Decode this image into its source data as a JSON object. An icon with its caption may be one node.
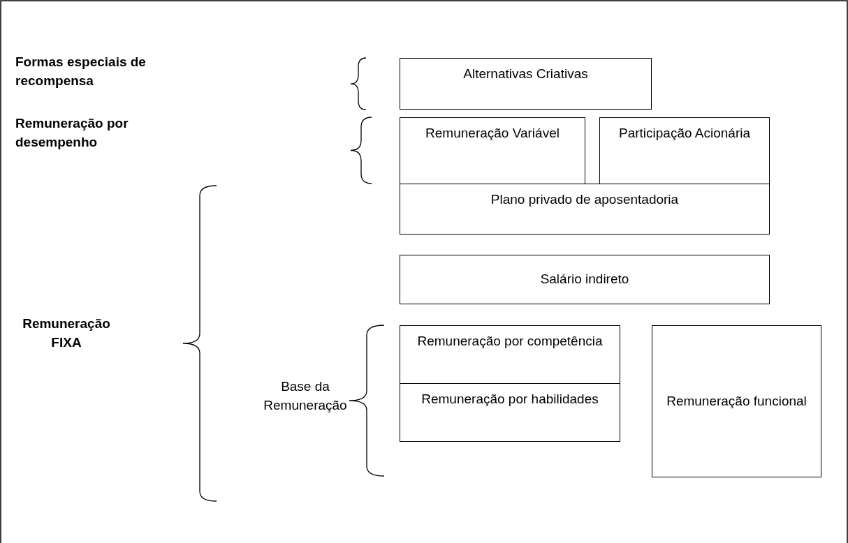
{
  "diagram": {
    "nodes": [
      {
        "text": [
          "Alternativas Criativas"
        ]
      },
      {
        "text": [
          "Remuneração Variável"
        ]
      },
      {
        "text": [
          "Participação Acionária"
        ]
      },
      {
        "text": [
          "Plano privado de aposentadoria"
        ]
      },
      {
        "text": [
          "Salário indireto"
        ]
      },
      {
        "text": [
          "Remuneração por competência"
        ]
      },
      {
        "text": [
          "Remuneração por habilidades"
        ]
      },
      {
        "text": [
          "Remuneração funcional"
        ]
      }
    ],
    "labels": [
      "Formas especiais de recompensa",
      "Remuneração por desempenho",
      "Remuneração FIXA",
      "Base da Remuneração"
    ]
  }
}
